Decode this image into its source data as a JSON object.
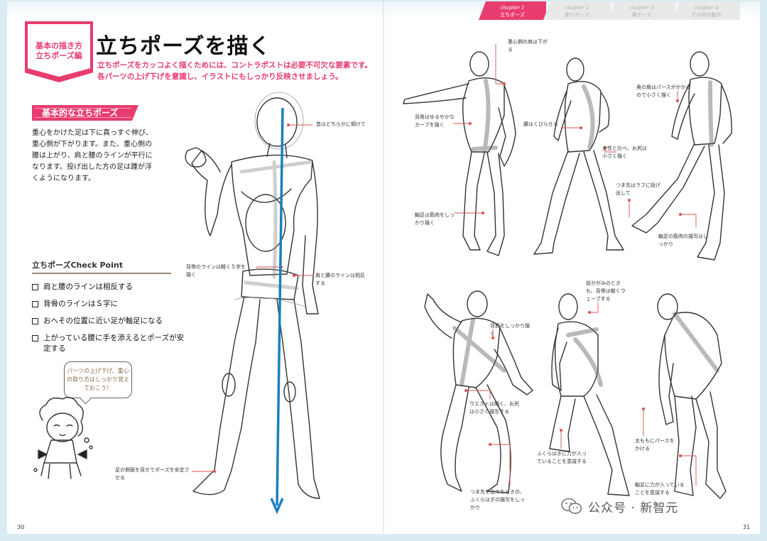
{
  "chapter_tabs": [
    {
      "num": "chapter 1",
      "title": "立ちポーズ",
      "active": true
    },
    {
      "num": "chapter 2",
      "title": "座りポーズ",
      "active": false
    },
    {
      "num": "chapter 3",
      "title": "寝ポーズ",
      "active": false
    },
    {
      "num": "chapter 4",
      "title": "その他の動作",
      "active": false
    }
  ],
  "badge": {
    "line1": "基本の描き方",
    "line2": "立ちポーズ編"
  },
  "title": "立ちポーズを描く",
  "intro": "立ちポーズをカッコよく描くためには、コントラポストは必要不可欠な要素です。各パーツの上げ下げを意識し、イラストにもしっかり反映させましょう。",
  "section_tag": "基本的な立ちポーズ",
  "body_text": "重心をかけた足は下に真っすぐ伸び、重心側が下がります。また、重心側の腰は上がり、肩と腰のラインが平行になります。投げ出した方の足は踵が浮くようになります。",
  "check_point": {
    "title": "立ちポーズCheck Point",
    "items": [
      "肩と腰のラインは相反する",
      "背骨のラインはＳ字に",
      "おへその位置に近い足が軸足になる",
      "上がっている腰に手を添えるとポーズが安定する"
    ]
  },
  "bubble": "パーツの上げ下げ、重心の取り方はしっかり覚えておこう！",
  "main_callouts": {
    "neck": "首はどちらかに傾けて",
    "spine": "背骨のラインは軽くＳ字を描く",
    "shoulder_hip": "肩と腰のラインは相反する",
    "foot": "足の側面を見せてポーズを安定させる"
  },
  "right_callouts": {
    "heavy_shoulder": "重心側の肩は下がる",
    "spine_curve": "背骨はゆるやかなカーブを描く",
    "axis_muscle": "軸足は筋肉をしっかり描く",
    "waist_bend": "腰はくびらせる",
    "female_hips": "女性と比べ、お尻は小さく描く",
    "far_shoulder": "奥の肩はパースがかかるので小さく描く",
    "toe": "つま先はラフに投げ出して",
    "axis_muscle2": "軸足の筋肉の描写はしっかり",
    "back_muscle": "背筋をしっかり描く",
    "waist_thin": "ウエストは細く、お尻は小さく描写する",
    "toe_stand": "つま先を立てたときの、ふくらはぎの描写をしっかり",
    "lean_forward": "前かがみのときも、背骨は軽くウェーブする",
    "calf_force": "ふくらはぎに力が入っていることを意識する",
    "thigh_perspective": "太ももにパースをかける",
    "axis_force": "軸足に力が入っていることを意識する"
  },
  "page_left": "30",
  "page_right": "31",
  "watermark": "公众号 · 新智元",
  "colors": {
    "accent": "#e83c6f",
    "guide_blue": "#1b7fbf",
    "sketch": "#333333",
    "line_red": "#d9534f"
  }
}
